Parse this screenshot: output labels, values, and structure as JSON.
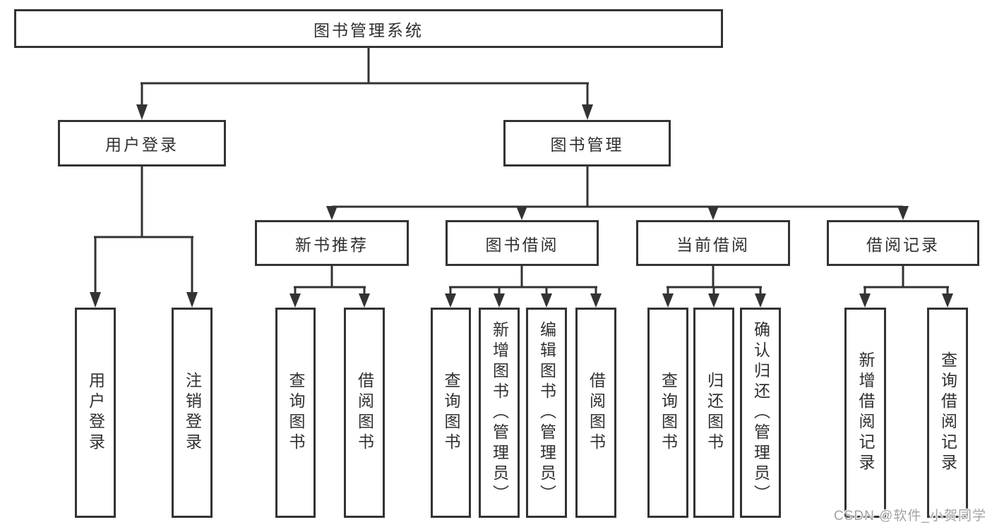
{
  "diagram": {
    "root": {
      "label": "图书管理系统"
    },
    "branches": [
      {
        "label": "用户登录",
        "children": [
          {
            "label": "用户登录"
          },
          {
            "label": "注销登录"
          }
        ]
      },
      {
        "label": "图书管理",
        "children": [
          {
            "label": "新书推荐",
            "children": [
              {
                "label": "查询图书"
              },
              {
                "label": "借阅图书"
              }
            ]
          },
          {
            "label": "图书借阅",
            "children": [
              {
                "label": "查询图书"
              },
              {
                "label": "新增图书（管理员）"
              },
              {
                "label": "编辑图书（管理员）"
              },
              {
                "label": "借阅图书"
              }
            ]
          },
          {
            "label": "当前借阅",
            "children": [
              {
                "label": "查询图书"
              },
              {
                "label": "归还图书"
              },
              {
                "label": "确认归还（管理员）"
              }
            ]
          },
          {
            "label": "借阅记录",
            "children": [
              {
                "label": "新增借阅记录"
              },
              {
                "label": "查询借阅记录"
              }
            ]
          }
        ]
      }
    ],
    "line_color": "#333333",
    "text_color": "#303030",
    "background_color": "#ffffff"
  },
  "watermark": {
    "text": "CSDN @软件_小贺同学"
  }
}
